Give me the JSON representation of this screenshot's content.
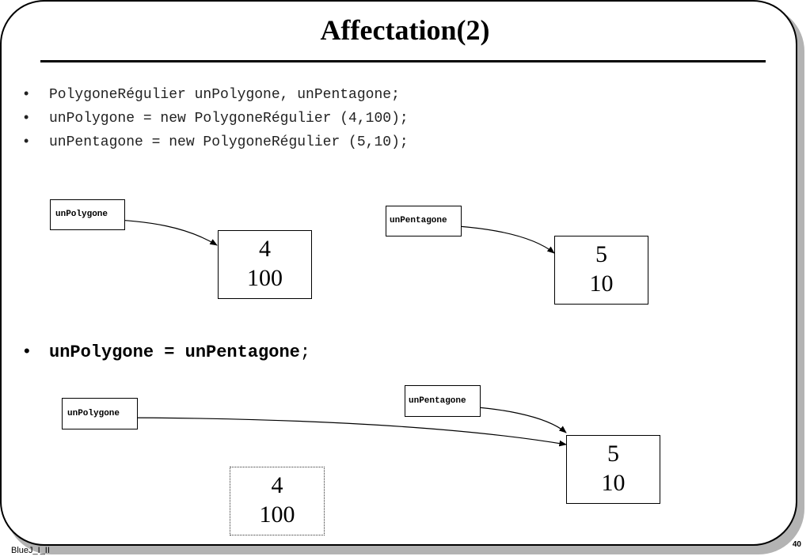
{
  "slide": {
    "title": "Affectation(2)",
    "footer_left": "BlueJ_I_II",
    "page_number": "40"
  },
  "code_lines": [
    "PolygoneRégulier unPolygone, unPentagone;",
    "unPolygone = new PolygoneRégulier (4,100);",
    "unPentagone = new PolygoneRégulier (5,10);"
  ],
  "bullet_glyph": "•",
  "assignment": {
    "code": "unPolygone = unPentagone",
    "terminator": ";"
  },
  "before": {
    "var_polygone": "unPolygone",
    "var_pentagone": "unPentagone",
    "obj_polygone": {
      "line1": "4",
      "line2": "100"
    },
    "obj_pentagone": {
      "line1": "5",
      "line2": "10"
    }
  },
  "after": {
    "var_polygone": "unPolygone",
    "var_pentagone": "unPentagone",
    "obj_pentagone": {
      "line1": "5",
      "line2": "10"
    },
    "obj_orphan": {
      "line1": "4",
      "line2": "100"
    }
  }
}
